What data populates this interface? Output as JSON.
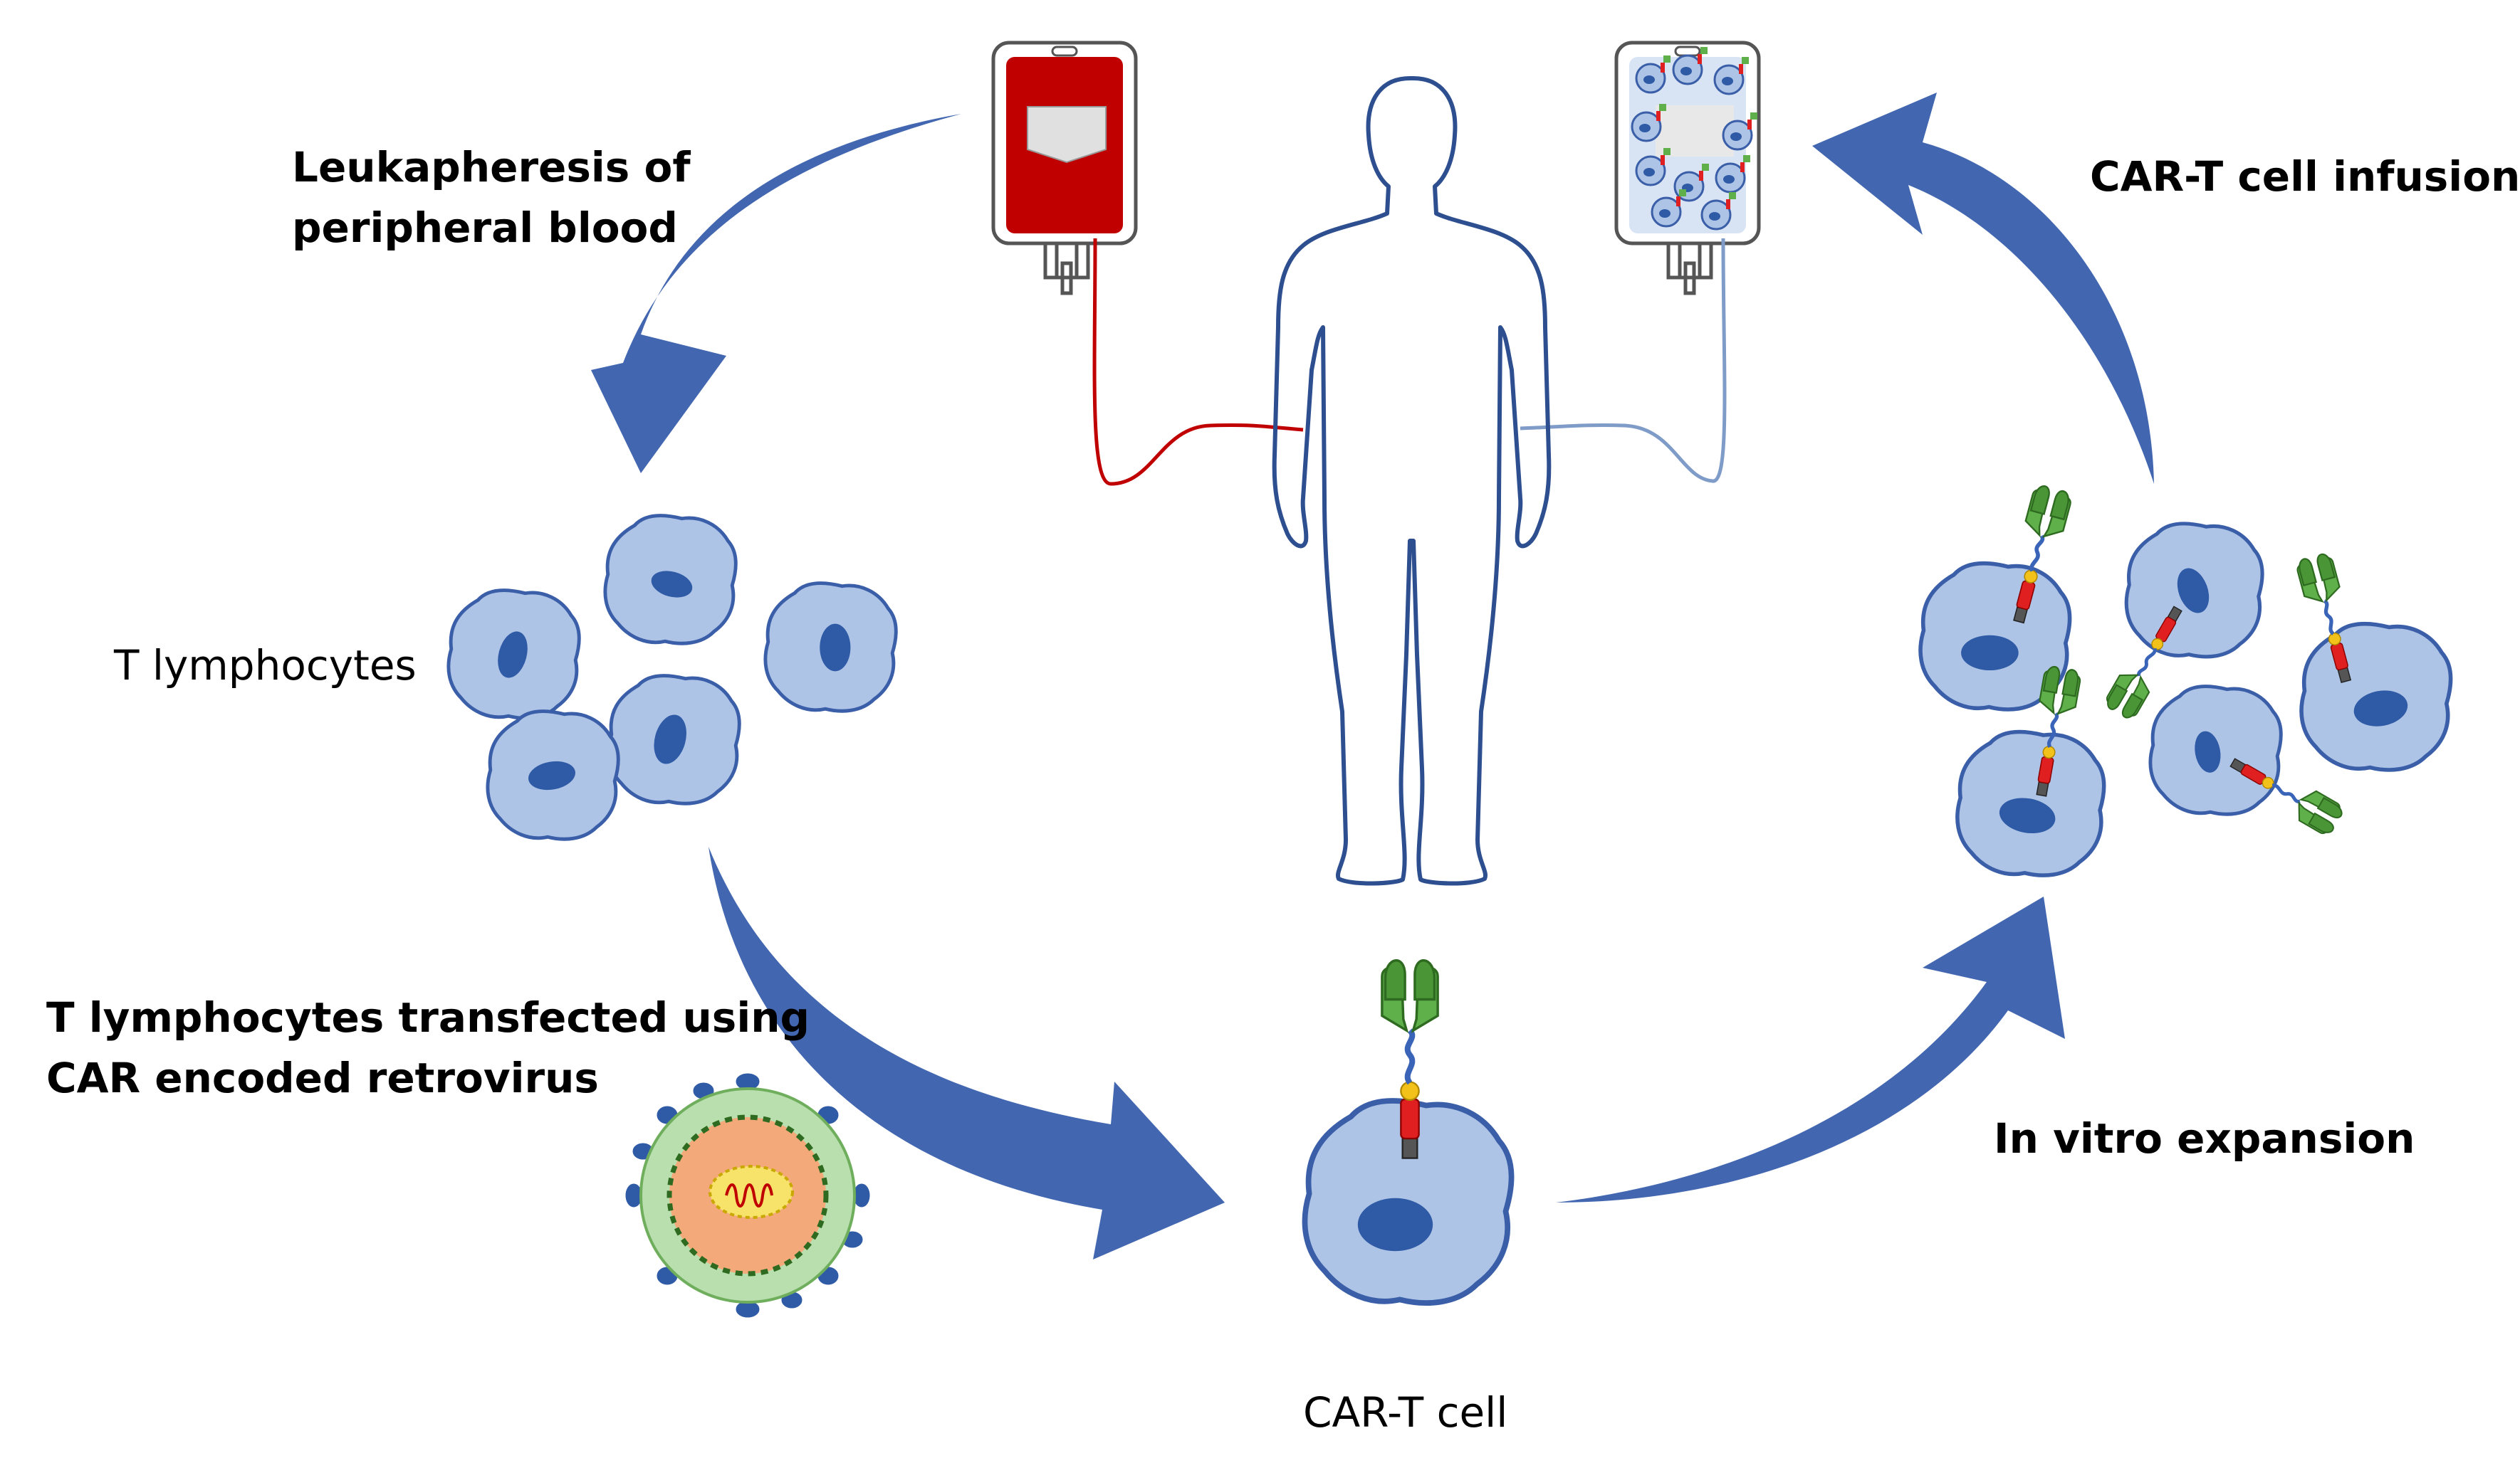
{
  "labels": {
    "leukapheresis_line1": "Leukapheresis of",
    "leukapheresis_line2": "peripheral blood",
    "car_t_infusion": "CAR-T cell infusion",
    "t_lymphocytes": "T lymphocytes",
    "transfected_line1": "T lymphocytes transfected using",
    "transfected_line2": "CAR encoded retrovirus",
    "in_vitro_expansion": "In vitro expansion",
    "car_t_cell": "CAR-T cell"
  },
  "colors": {
    "arrow_blue": "#4267b0",
    "cell_fill": "#aec4e6",
    "cell_stroke": "#3a5fa8",
    "nucleus": "#2e5aa6",
    "blood_red": "#c00000",
    "car_green": "#57a33c",
    "virus_outer": "#b9dfae",
    "virus_core": "#f4a97a"
  }
}
